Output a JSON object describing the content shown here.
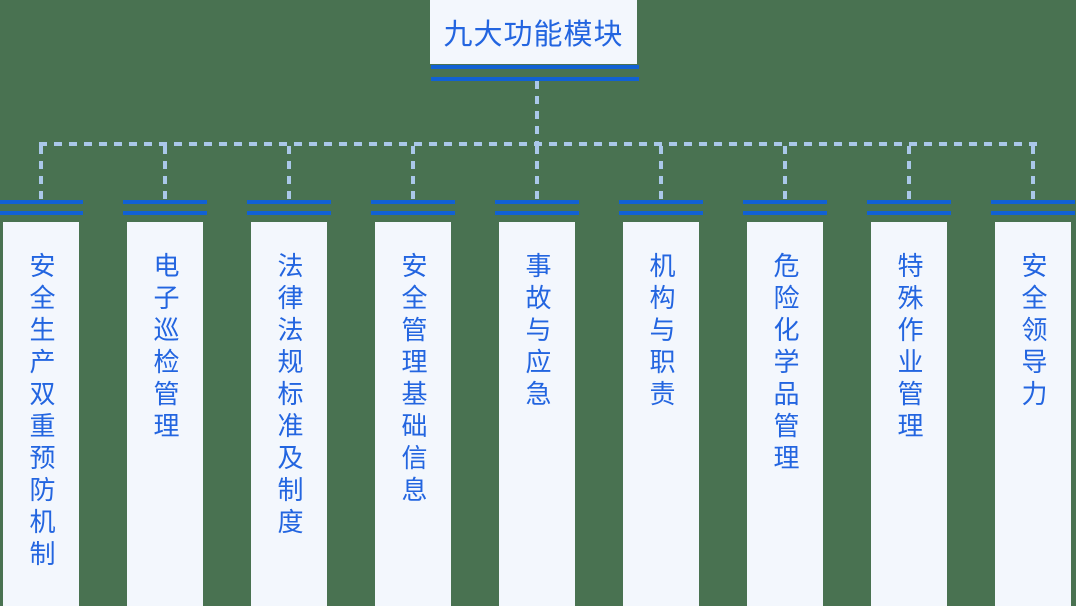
{
  "root": {
    "label": "九大功能模块"
  },
  "modules": [
    {
      "label": "安全生产双重预防机制"
    },
    {
      "label": "电子巡检管理"
    },
    {
      "label": "法律法规标准及制度"
    },
    {
      "label": "安全管理基础信息"
    },
    {
      "label": "事故与应急"
    },
    {
      "label": "机构与职责"
    },
    {
      "label": "危险化学品管理"
    },
    {
      "label": "特殊作业管理"
    },
    {
      "label": "安全领导力"
    }
  ],
  "colors": {
    "background": "#497251",
    "panel": "#f3f7fd",
    "line": "#1161d4",
    "text": "#2365e0",
    "dash": "#aac8e9"
  }
}
